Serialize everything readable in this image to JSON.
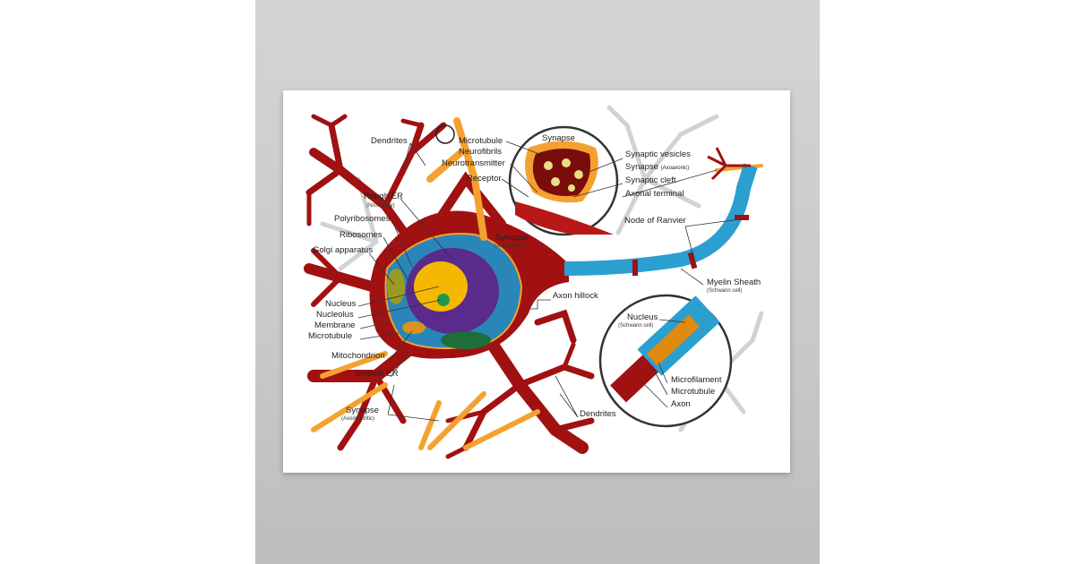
{
  "colors": {
    "wall": "#c9c9c9",
    "poster": "#ffffff",
    "neuron": "#a11111",
    "axon_myelin": "#2a9fd0",
    "synapse_orange": "#f5a130",
    "nucleus": "#f5b800",
    "er": "#5a2a8c"
  },
  "labels": {
    "dendrites_top": "Dendrites",
    "microtubule_top": "Microtubule",
    "neurofibrils": "Neurofibrils",
    "neurotransmitter": "Neurotransmitter",
    "receptor": "Receptor",
    "synapse_inset": "Synapse",
    "synaptic_vesicles": "Synaptic vesicles",
    "synapse_axoaxonic": "Synapse",
    "synapse_axoaxonic_sub": "(Axoaxonic)",
    "synaptic_cleft": "Synaptic cleft",
    "axonal_terminal": "Axonal terminal",
    "rough_er": "Rough ER",
    "rough_er_sub": "(Nissl body)",
    "polyribosomes": "Polyribosomes",
    "ribosomes": "Ribosomes",
    "golgi": "Golgi apparatus",
    "synapse_axosomatic": "Synapse",
    "synapse_axosomatic_sub": "(Axosomatic)",
    "node_of_ranvier": "Node of Ranvier",
    "nucleus": "Nucleus",
    "nucleolus": "Nucleolus",
    "membrane": "Membrane",
    "microtubule_soma": "Microtubule",
    "mitochondrion": "Mitochondrion",
    "smooth_er": "Smooth ER",
    "axon_hillock": "Axon hillock",
    "myelin_sheath": "Myelin Sheath",
    "myelin_sheath_sub": "(Schwann cell)",
    "nucleus_schwann": "Nucleus",
    "nucleus_schwann_sub": "(Schwann cell)",
    "microfilament": "Microfilament",
    "microtubule_axon": "Microtubule",
    "axon": "Axon",
    "synapse_axodendritic": "Synapse",
    "synapse_axodendritic_sub": "(Axodendritic)",
    "dendrites_bottom": "Dendrites"
  }
}
